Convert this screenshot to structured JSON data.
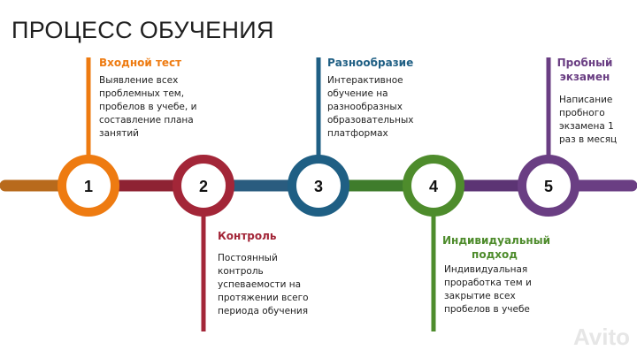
{
  "title": "ПРОЦЕСС ОБУЧЕНИЯ",
  "steps": [
    {
      "number": "1",
      "title": "Входной тест",
      "desc": "Выявление всех проблемных тем, пробелов в учебе, и составление плана занятий",
      "color": "#ee7b11"
    },
    {
      "number": "2",
      "title": "Контроль",
      "desc": "Постоянный контроль успеваемости на протяжении всего периода обучения",
      "color": "#a32638"
    },
    {
      "number": "3",
      "title": "Разнообразие",
      "desc": "Интерактивное обучение на разнообразных образовательных платформах",
      "color": "#1f5f84"
    },
    {
      "number": "4",
      "title": "Индивидуальный подход",
      "desc": "Индивидуальная проработка тем и закрытие всех пробелов в учебе",
      "color": "#4e8c2c"
    },
    {
      "number": "5",
      "title": "Пробный экзамен",
      "desc": "Написание пробного экзамена 1 раз в месяц",
      "color": "#6a3e83"
    }
  ],
  "timeline_colors": [
    "#b86a1c",
    "#8e2233",
    "#2a5c7f",
    "#3f7c2c",
    "#5c3474",
    "#6a3e83"
  ],
  "watermark": "Avito"
}
